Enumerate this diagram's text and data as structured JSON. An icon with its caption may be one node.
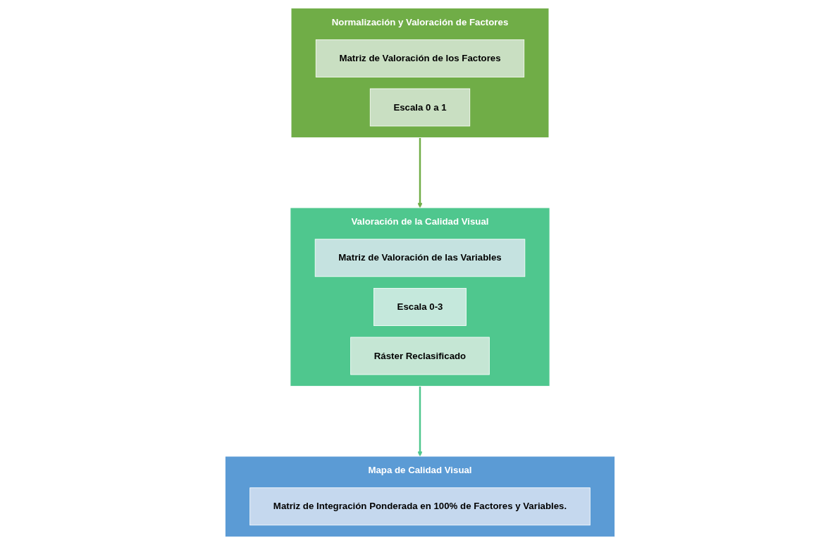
{
  "diagram": {
    "nodes": [
      {
        "text": [
          "Normalización y Valoración de Factores"
        ]
      },
      {
        "text": [
          "Matriz de Valoración de los Factores"
        ],
        "in": 0
      },
      {
        "text": [
          "Escala 0 a 1"
        ],
        "in": 0
      },
      {
        "text": [
          "Valoración de la Calidad Visual"
        ]
      },
      {
        "text": [
          "Matriz de Valoración de las Variables"
        ],
        "in": 3
      },
      {
        "text": [
          "Escala 0-3"
        ],
        "in": 3
      },
      {
        "text": [
          "Ráster Reclasificado"
        ],
        "in": 3
      },
      {
        "text": [
          "Mapa de Calidad Visual"
        ]
      },
      {
        "text": [
          "Matriz de Integración Ponderada en 100% de Factores y Variables."
        ],
        "in": 7
      }
    ],
    "edges": [
      {
        "from": 0,
        "to": 3,
        "arrow": "to",
        "color": "#70ad47"
      },
      {
        "from": 3,
        "to": 7,
        "arrow": "to",
        "color": "#4fc78e"
      }
    ]
  }
}
